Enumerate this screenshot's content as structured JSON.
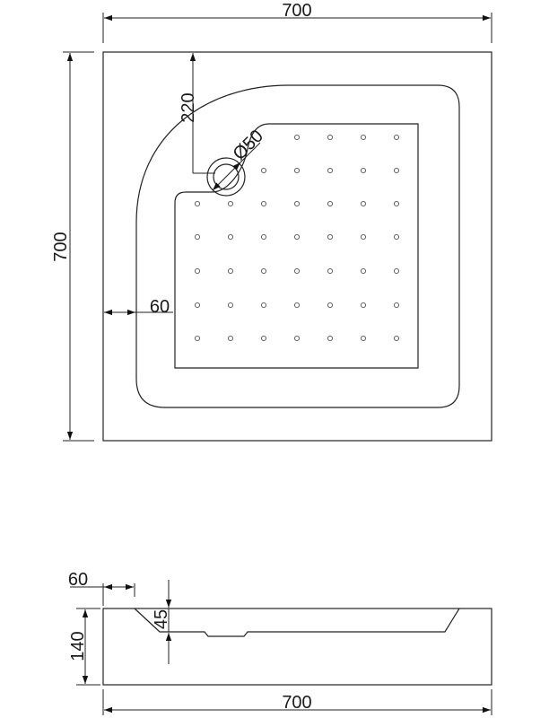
{
  "top_view": {
    "width_label": "700",
    "height_label": "700",
    "drain_offset_label": "220",
    "drain_diameter_label": "Ø50",
    "rim_width_label": "60"
  },
  "side_view": {
    "rim_width_label": "60",
    "depth_label": "45",
    "height_label": "140",
    "width_label": "700"
  }
}
